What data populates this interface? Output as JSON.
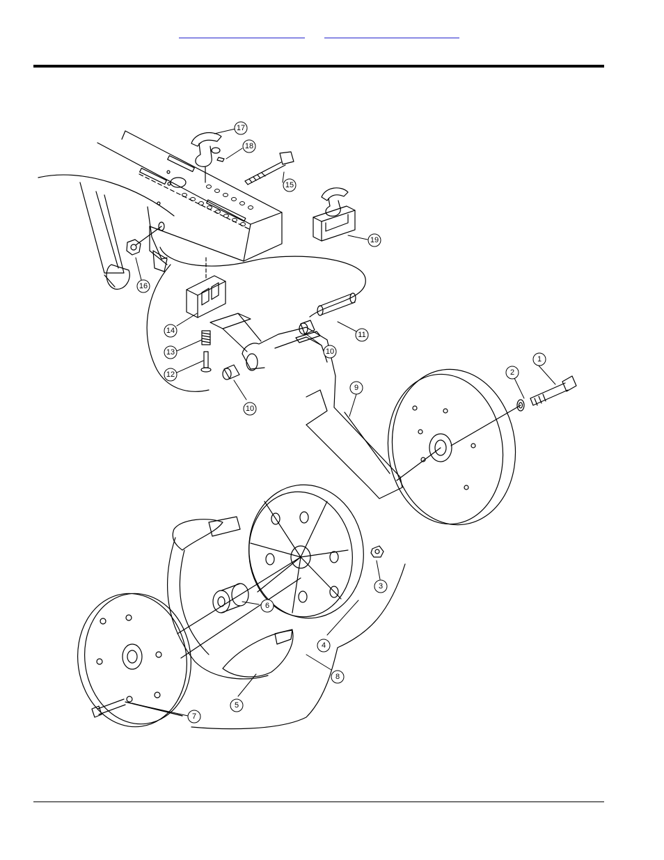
{
  "header": {
    "links": [
      "",
      ""
    ]
  },
  "diagram": {
    "callouts": [
      "1",
      "2",
      "3",
      "4",
      "5",
      "6",
      "7",
      "8",
      "9",
      "10",
      "10",
      "11",
      "12",
      "13",
      "14",
      "15",
      "16",
      "17",
      "18",
      "19"
    ]
  }
}
